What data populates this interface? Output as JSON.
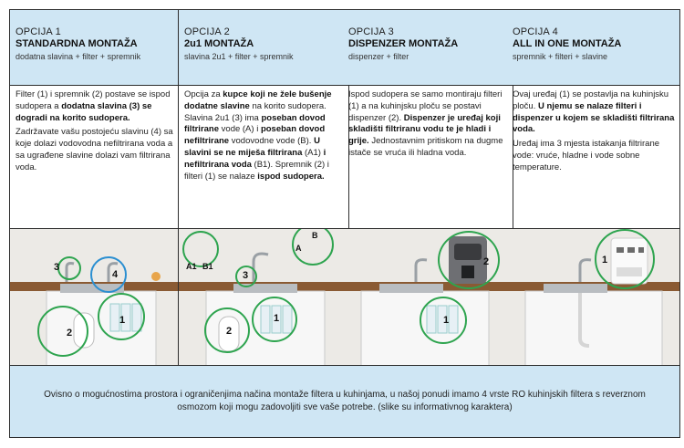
{
  "options": [
    {
      "label": "OPCIJA 1",
      "title": "STANDARDNA MONTAŽA",
      "subtitle": "dodatna slavina + filter + spremnik",
      "text": [
        [
          {
            "t": "Filter (1) i spremnik (2) postave se ispod sudopera a "
          },
          {
            "t": "dodatna slavina (3) se dogradi na korito sudopera.",
            "b": true
          }
        ],
        [
          {
            "t": "Zadržavate vašu postojeću slavinu (4) sa koje dolazi vodovodna nefiltrirana voda a sa ugrađene slavine dolazi vam filtrirana voda."
          }
        ]
      ],
      "callouts": [
        "3",
        "4",
        "2",
        "1"
      ]
    },
    {
      "label": "OPCIJA 2",
      "title": "2u1 MONTAŽA",
      "subtitle": "slavina 2u1 + filter + spremnik",
      "text": [
        [
          {
            "t": "Opcija za "
          },
          {
            "t": "kupce koji ne žele bušenje dodatne slavine",
            "b": true
          },
          {
            "t": " na korito sudopera. Slavina 2u1 (3) ima "
          },
          {
            "t": "poseban dovod filtrirane",
            "b": true
          },
          {
            "t": " vode (A) i "
          },
          {
            "t": "poseban dovod nefiltrirane",
            "b": true
          },
          {
            "t": " vodovodne vode (B). "
          },
          {
            "t": "U slavini se ne miješa filtrirana",
            "b": true
          },
          {
            "t": " (A1) "
          },
          {
            "t": "i nefiltrirana voda",
            "b": true
          },
          {
            "t": " (B1). Spremnik (2) i filteri (1) se nalaze "
          },
          {
            "t": "ispod sudopera.",
            "b": true
          }
        ]
      ],
      "callouts": [
        "A1",
        "B1",
        "A",
        "B",
        "3",
        "2",
        "1"
      ]
    },
    {
      "label": "OPCIJA 3",
      "title": "DISPENZER MONTAŽA",
      "subtitle": "dispenzer + filter",
      "text": [
        [
          {
            "t": "Ispod sudopera se samo montiraju filteri (1) a na kuhinjsku ploču se postavi dispenzer (2). "
          },
          {
            "t": "Dispenzer je uređaj koji skladišti filtriranu vodu te je hladi i grije.",
            "b": true
          },
          {
            "t": " Jednostavnim pritiskom na dugme istače se vruća ili hladna voda."
          }
        ]
      ],
      "callouts": [
        "2",
        "1"
      ]
    },
    {
      "label": "OPCIJA 4",
      "title": "ALL IN ONE MONTAŽA",
      "subtitle": "spremnik + filteri + slavine",
      "text": [
        [
          {
            "t": "Ovaj uređaj (1) se postavlja na kuhinjsku ploču. "
          },
          {
            "t": "U njemu se nalaze filteri i dispenzer u kojem se skladišti filtrirana voda.",
            "b": true
          }
        ],
        [
          {
            "t": "Uređaj ima 3 mjesta istakanja filtrirane vode: vruće, hladne i vode sobne temperature."
          }
        ]
      ],
      "callouts": [
        "1"
      ]
    }
  ],
  "footer": "Ovisno o mogućnostima prostora i ograničenjima načina montaže filtera u kuhinjama, u našoj ponudi imamo 4 vrste RO kuhinjskih filtera s reverznom osmozom koji mogu zadovoljiti sve vaše potrebe. (slike su informativnog karaktera)",
  "colors": {
    "header_bg": "#cfe6f4",
    "circle_green": "#2ea44f",
    "circle_blue": "#2b8fd1",
    "counter_wood": "#8a5a33"
  }
}
